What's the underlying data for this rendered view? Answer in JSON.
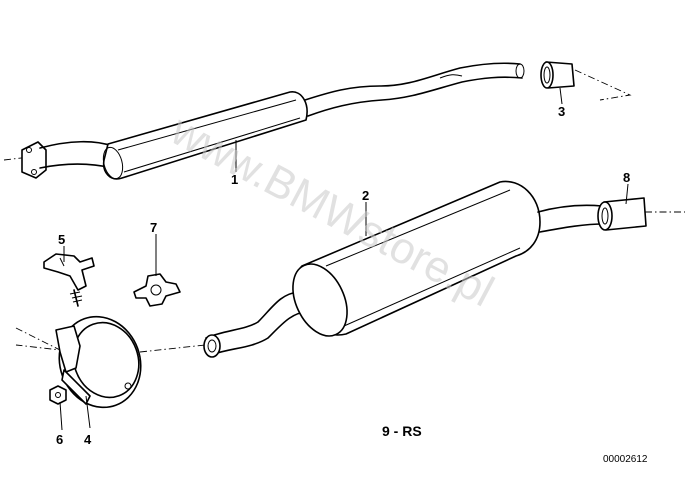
{
  "callouts": {
    "c1": "1",
    "c2": "2",
    "c3": "3",
    "c4": "4",
    "c5": "5",
    "c6": "6",
    "c7": "7",
    "c8": "8"
  },
  "variant_label": "9 - RS",
  "drawing_number": "00002612",
  "watermark": "www.BMWstore.pl"
}
